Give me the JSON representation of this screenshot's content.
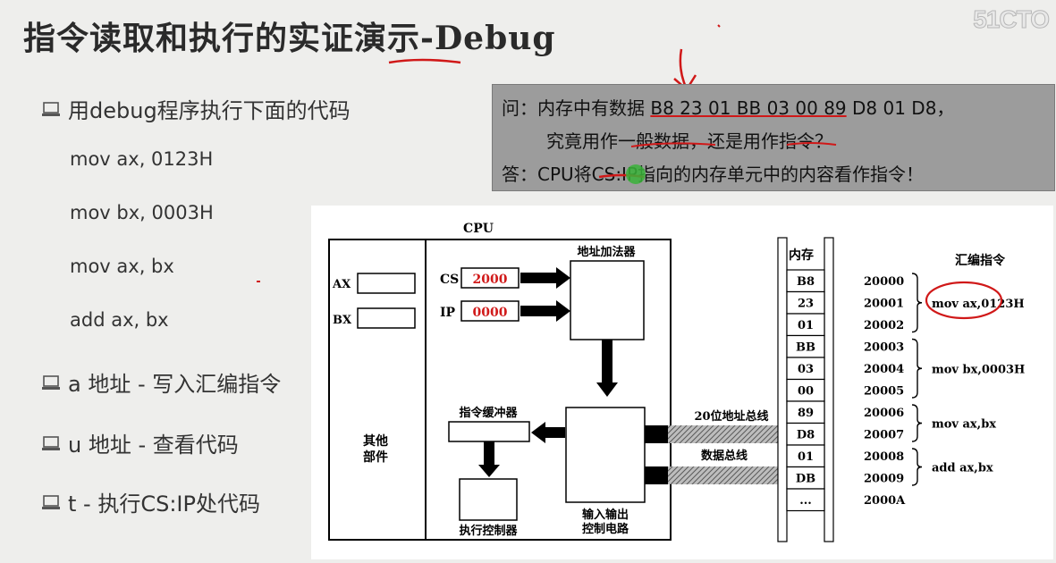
{
  "slide": {
    "title": "指令读取和执行的实证演示-Debug",
    "watermark": "51CTO"
  },
  "bullets": [
    {
      "text": "用debug程序执行下面的代码",
      "icon": "laptop-icon"
    },
    {
      "text": "a 地址 - 写入汇编指令",
      "icon": "laptop-icon"
    },
    {
      "text": "u 地址 - 查看代码",
      "icon": "laptop-icon"
    },
    {
      "text": "t - 执行CS:IP处代码",
      "icon": "laptop-icon"
    }
  ],
  "code": [
    "mov ax, 0123H",
    "mov bx, 0003H",
    "mov ax, bx",
    "add ax, bx"
  ],
  "qa": {
    "q_prefix": "问：内存中有数据 ",
    "q_data": "B8 23 01 BB 03 00 89",
    "q_rest": " D8 01 D8，",
    "q_line2": "究竟用作一般数据，还是用作指令？",
    "a_line": "答：CPU将CS:IP指向的内存单元中的内容看作指令！"
  },
  "diagram": {
    "cpu_label": "CPU",
    "ax_label": "AX",
    "bx_label": "BX",
    "cs_label": "CS",
    "cs_value": "2000",
    "ip_label": "IP",
    "ip_value": "0000",
    "adder_label": "地址加法器",
    "buffer_label": "指令缓冲器",
    "exec_label": "执行控制器",
    "io_label_1": "输入输出",
    "io_label_2": "控制电路",
    "other_label_1": "其他",
    "other_label_2": "部件",
    "addr_bus_label": "20位地址总线",
    "data_bus_label": "数据总线",
    "memory_title": "内存",
    "asm_title": "汇编指令",
    "memory": [
      {
        "value": "B8",
        "addr": "20000"
      },
      {
        "value": "23",
        "addr": "20001"
      },
      {
        "value": "01",
        "addr": "20002"
      },
      {
        "value": "BB",
        "addr": "20003"
      },
      {
        "value": "03",
        "addr": "20004"
      },
      {
        "value": "00",
        "addr": "20005"
      },
      {
        "value": "89",
        "addr": "20006"
      },
      {
        "value": "D8",
        "addr": "20007"
      },
      {
        "value": "01",
        "addr": "20008"
      },
      {
        "value": "DB",
        "addr": "20009"
      },
      {
        "value": "...",
        "addr": "2000A"
      }
    ],
    "asm": [
      "mov ax,0123H",
      "mov bx,0003H",
      "mov ax,bx",
      "add ax,bx"
    ],
    "colors": {
      "register_value": "#d11a1a",
      "annotation": "#d01818",
      "bus_fill": "#888888"
    }
  }
}
